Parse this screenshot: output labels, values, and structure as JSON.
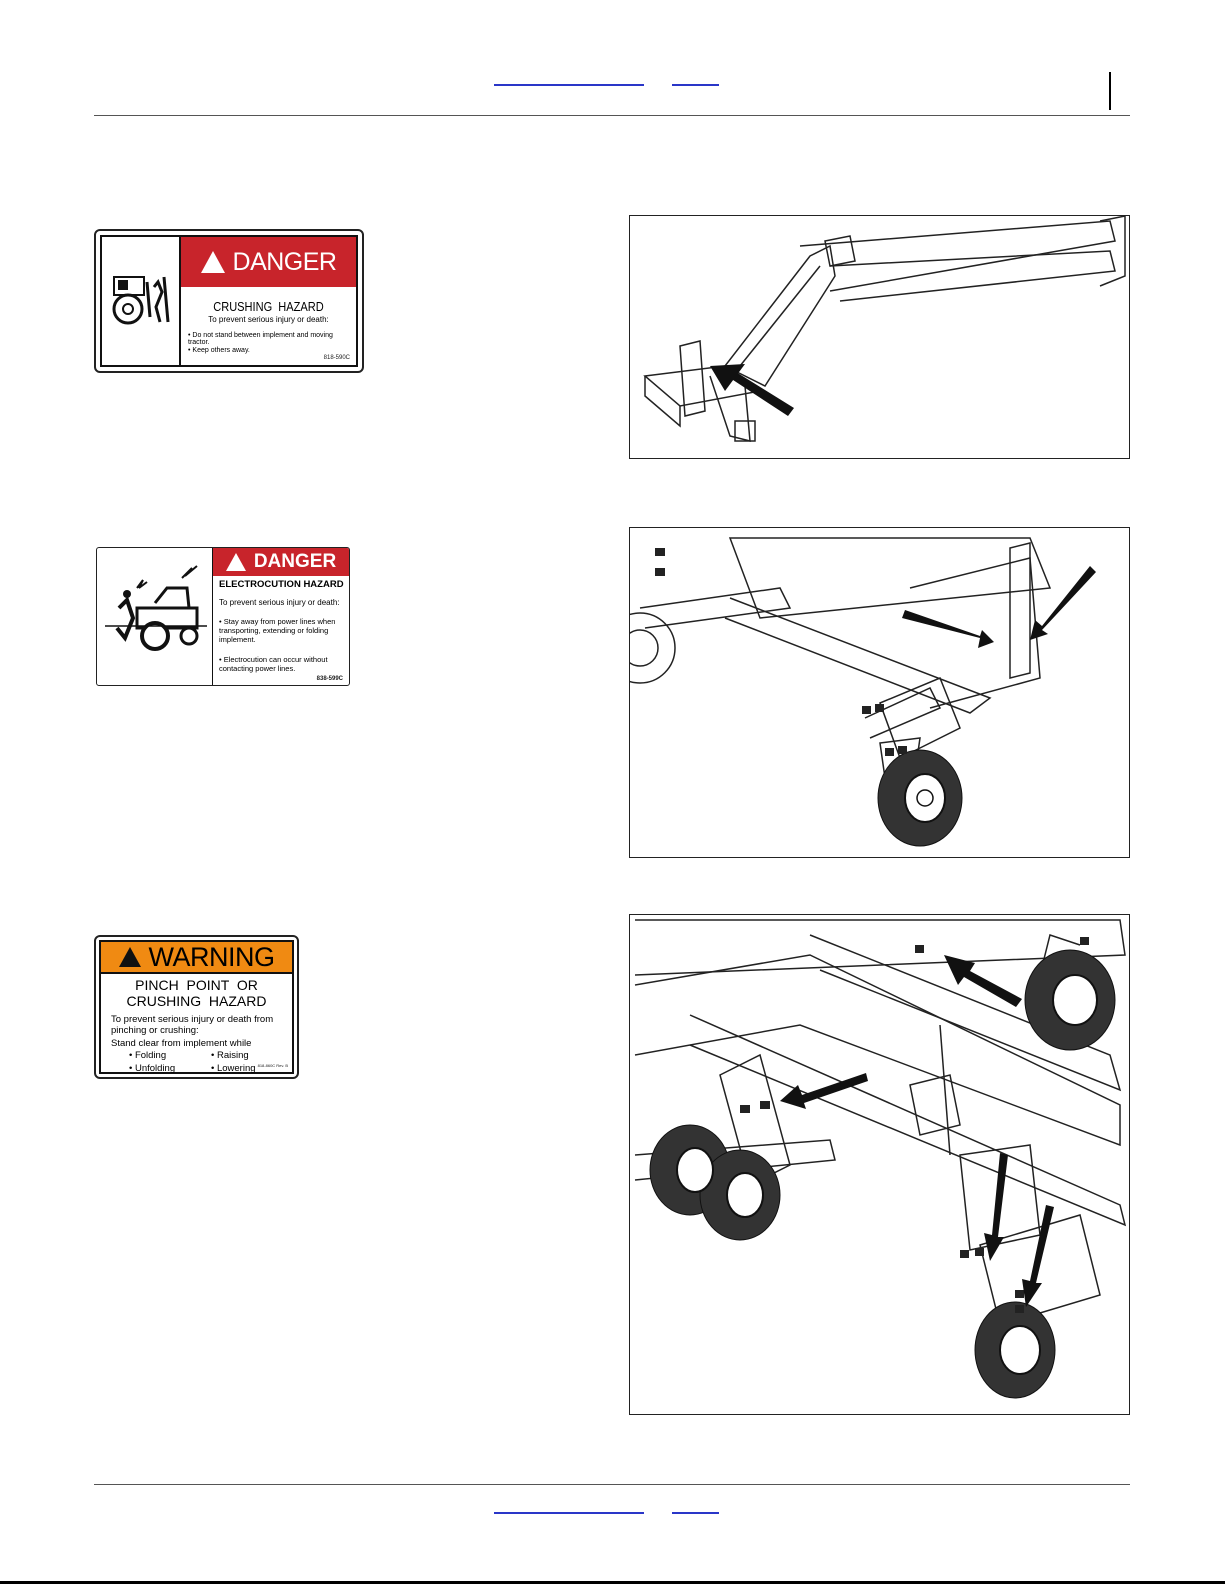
{
  "decals": [
    {
      "signal_word": "DANGER",
      "hazard": "CRUSHING  HAZARD",
      "intro": "To prevent serious injury or death:",
      "bullets": [
        "Do not stand between implement and moving tractor.",
        "Keep others away."
      ],
      "ref_code": "818-590C",
      "icon": "tractor-crushing-pictogram"
    },
    {
      "signal_word": "DANGER",
      "hazard": "ELECTROCUTION HAZARD",
      "intro": "To prevent serious injury or death:",
      "bullets": [
        "Stay away from power lines when transporting, extending or folding implement.",
        "Electrocution can occur without contacting power lines."
      ],
      "ref_code": "838-599C",
      "icon": "electrocution-pictogram"
    },
    {
      "signal_word": "WARNING",
      "hazard_line1": "PINCH  POINT  OR",
      "hazard_line2": "CRUSHING  HAZARD",
      "intro": "To prevent serious injury or death from pinching or crushing:",
      "stand_clear": "Stand clear from implement while",
      "bullets": [
        "Folding",
        "Raising",
        "Unfolding",
        "Lowering"
      ],
      "ref_code": "818-860C Rev. B"
    }
  ],
  "figures": [
    {
      "icon": "hitch-tongue-illustration"
    },
    {
      "icon": "frame-wheel-illustration"
    },
    {
      "icon": "wing-frame-wheels-illustration"
    }
  ],
  "colors": {
    "danger_red": "#c8242b",
    "warning_orange": "#f08a12",
    "link_blue": "#2a36c8"
  }
}
